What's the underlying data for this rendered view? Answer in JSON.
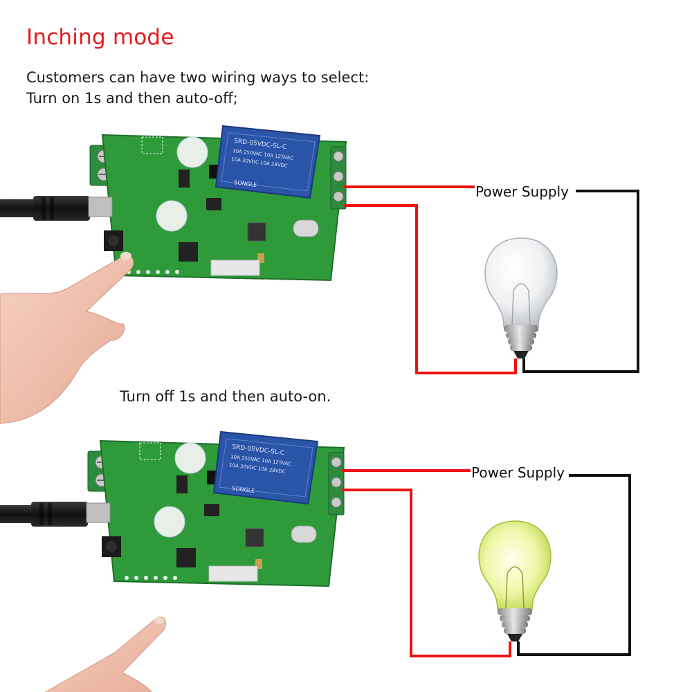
{
  "heading": "Inching mode",
  "intro_line1": "Customers can have two wiring ways to select:",
  "intro_line2": "Turn on 1s and then auto-off;",
  "mode2_text": "Turn off 1s and then auto-on.",
  "diagram1": {
    "supply_label": "Power Supply",
    "bulb_state": "off"
  },
  "diagram2": {
    "supply_label": "Power Supply",
    "bulb_state": "on"
  },
  "relay_print": [
    "SRD-05VDC-SL-C",
    "10A 250VAC  10A 125VAC",
    "10A 30VDC  10A 28VDC",
    "SONGLE"
  ],
  "colors": {
    "heading": "#e51b1b",
    "pcb": "#2e9a3a",
    "relay": "#2a54a8",
    "terminal": "#2e8b3e",
    "wire_live": "#ee1111",
    "wire_neutral": "#111111",
    "bulb_on": "#e8f0a0"
  }
}
